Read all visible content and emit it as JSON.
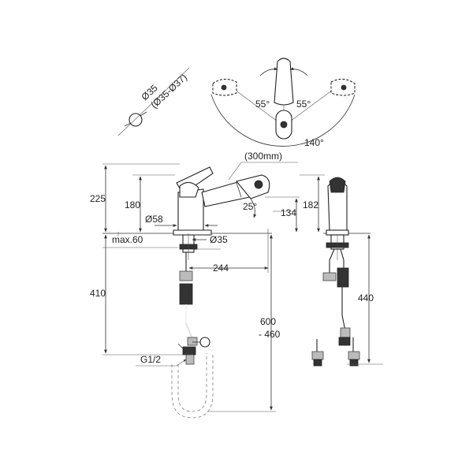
{
  "labels": {
    "hole_diameter": "Ø35",
    "hole_range": "(Ø35-Ø37)",
    "angle_left": "55°",
    "angle_right": "55°",
    "angle_total": "140°",
    "hose_length": "(300mm)",
    "height_total": "225",
    "height_spout": "180",
    "base_diameter": "Ø58",
    "spout_angle": "25°",
    "spout_height": "134",
    "side_height": "182",
    "max_thickness": "max.60",
    "shank_diameter": "Ø35",
    "reach": "244",
    "below_height": "410",
    "hose_range_top": "600",
    "hose_range_bottom": "- 460",
    "side_below_height": "440",
    "connection": "G1/2"
  }
}
